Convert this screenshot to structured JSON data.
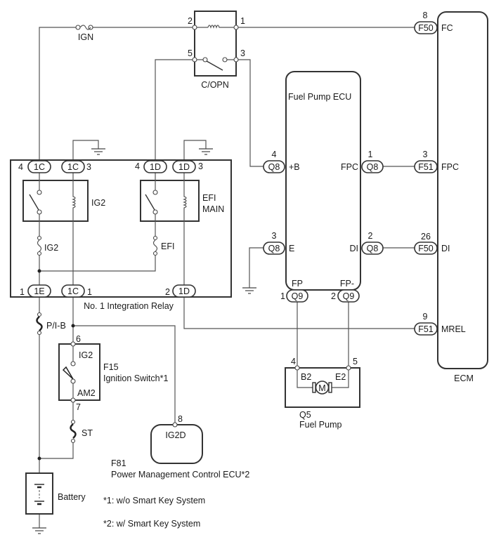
{
  "fuses": {
    "ign": "IGN",
    "pib": "P/I-B",
    "st": "ST",
    "ig2": "IG2",
    "efi": "EFI"
  },
  "copn": {
    "label": "C/OPN",
    "pin2": "2",
    "pin1": "1",
    "pin5": "5",
    "pin3": "3"
  },
  "integration_relay": {
    "label": "No. 1 Integration Relay",
    "ig2_relay": "IG2",
    "efi_main_1": "EFI",
    "efi_main_2": "MAIN",
    "top_connectors": [
      {
        "pin": "4",
        "code": "1C"
      },
      {
        "pin": "3",
        "code": "1C"
      },
      {
        "pin": "4",
        "code": "1D"
      },
      {
        "pin": "3",
        "code": "1D"
      }
    ],
    "bottom_connectors": [
      {
        "pin": "1",
        "code": "1E"
      },
      {
        "pin": "1",
        "code": "1C"
      },
      {
        "pin": "2",
        "code": "1D"
      }
    ]
  },
  "ignition_switch": {
    "code": "F15",
    "label": "Ignition Switch*1",
    "ig2": "IG2",
    "am2": "AM2",
    "pin6": "6",
    "pin7": "7"
  },
  "battery": {
    "label": "Battery"
  },
  "pm_ecu": {
    "code": "F81",
    "label": "Power Management Control ECU*2",
    "terminal": "IG2D",
    "pin": "8"
  },
  "fuel_pump_ecu": {
    "label": "Fuel Pump ECU",
    "left": [
      {
        "pin": "4",
        "code": "Q8",
        "terminal": "+B"
      },
      {
        "pin": "3",
        "code": "Q8",
        "terminal": "E"
      }
    ],
    "right": [
      {
        "pin": "1",
        "code": "Q8",
        "terminal": "FPC"
      },
      {
        "pin": "2",
        "code": "Q8",
        "terminal": "DI"
      }
    ],
    "bottom": [
      {
        "pin": "1",
        "code": "Q9",
        "terminal": "FP"
      },
      {
        "pin": "2",
        "code": "Q9",
        "terminal": "FP-"
      }
    ]
  },
  "fuel_pump": {
    "code": "Q5",
    "label": "Fuel Pump",
    "b2": "B2",
    "e2": "E2",
    "pin4": "4",
    "pin5": "5",
    "motor": "M"
  },
  "ecm": {
    "label": "ECM",
    "terminals": [
      {
        "pin": "8",
        "code": "F50",
        "terminal": "FC"
      },
      {
        "pin": "3",
        "code": "F51",
        "terminal": "FPC"
      },
      {
        "pin": "26",
        "code": "F50",
        "terminal": "DI"
      },
      {
        "pin": "9",
        "code": "F51",
        "terminal": "MREL"
      }
    ]
  },
  "notes": [
    "*1: w/o Smart Key System",
    "*2: w/ Smart Key System"
  ]
}
